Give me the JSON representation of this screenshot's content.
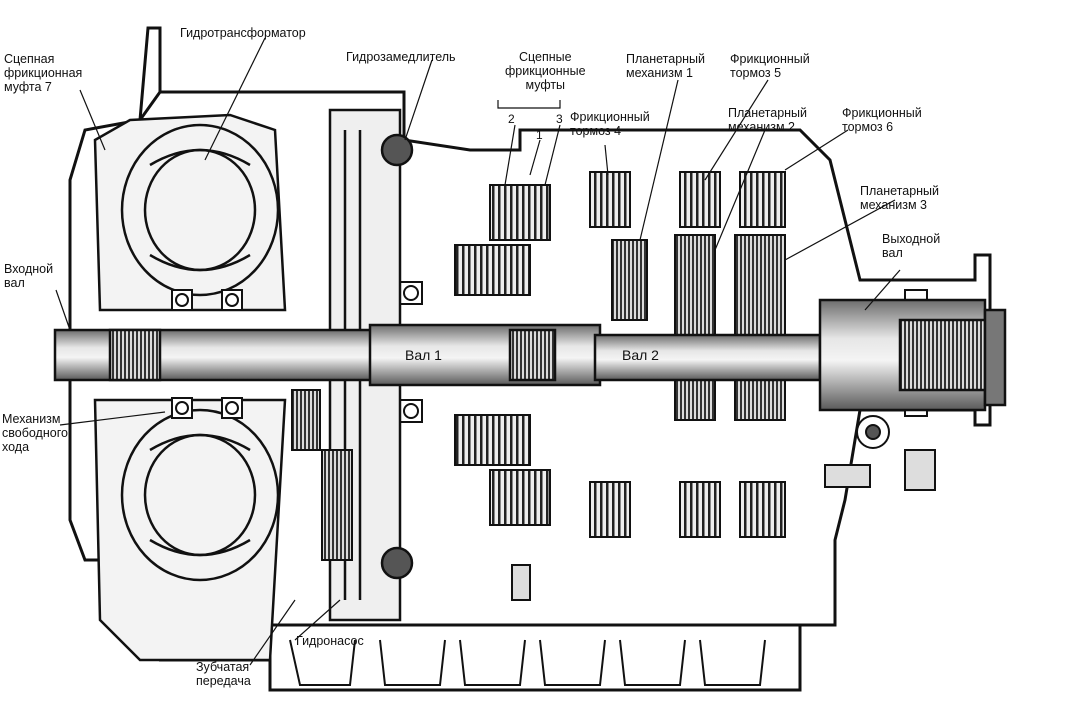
{
  "labels": {
    "torque_converter": "Гидротрансформатор",
    "hydro_retarder": "Гидрозамедлитель",
    "clutch7": "Сцепная\nфрикционная\nмуфта 7",
    "input_shaft": "Входной\nвал",
    "freewheel": "Механизм\nсвободного\nхода",
    "clutches": "Сцепные\nфрикционные\nмуфты",
    "brake4": "Фрикционный\nтормоз 4",
    "planetary1": "Планетарный\nмеханизм 1",
    "brake5": "Фрикционный\nтормоз 5",
    "planetary2": "Планетарный\nмеханизм 2",
    "brake6": "Фрикционный\nтормоз 6",
    "planetary3": "Планетарный\nмеханизм 3",
    "output_shaft": "Выходной\nвал",
    "shaft1": "Вал 1",
    "shaft2": "Вал 2",
    "hydropump": "Гидронасос",
    "gear_train": "Зубчатая\nпередача"
  },
  "clutch_numbers": [
    "2",
    "1",
    "3"
  ],
  "colors": {
    "ink": "#111111",
    "shade": "#cfcfcf",
    "dark": "#6a6a6a"
  }
}
